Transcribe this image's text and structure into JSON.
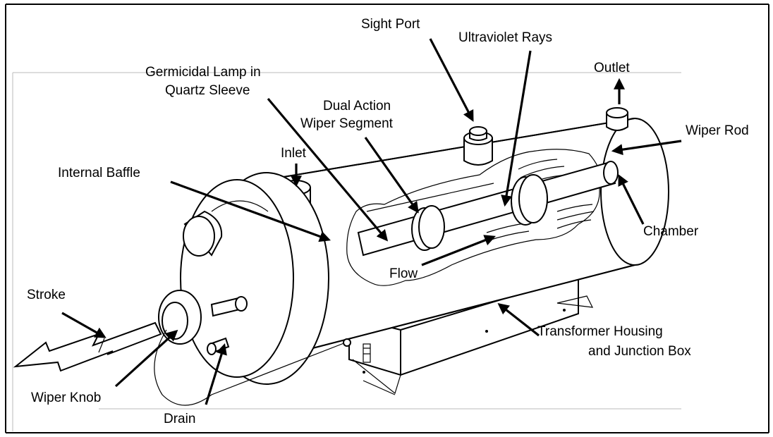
{
  "labels": {
    "sight_port": "Sight Port",
    "ultraviolet_rays": "Ultraviolet Rays",
    "germicidal_lamp_line1": "Germicidal Lamp in",
    "germicidal_lamp_line2": "Quartz Sleeve",
    "outlet": "Outlet",
    "dual_action_line1": "Dual Action",
    "dual_action_line2": "Wiper Segment",
    "wiper_rod": "Wiper Rod",
    "inlet": "Inlet",
    "internal_baffle": "Internal Baffle",
    "chamber": "Chamber",
    "flow": "Flow",
    "stroke": "Stroke",
    "transformer_line1": "Transformer Housing",
    "transformer_line2": "and Junction Box",
    "wiper_knob": "Wiper Knob",
    "drain": "Drain"
  }
}
